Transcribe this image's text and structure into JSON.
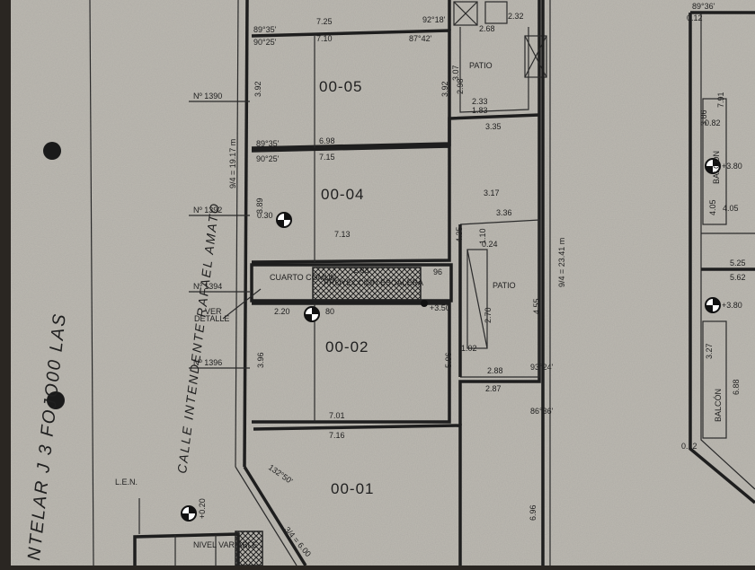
{
  "units": {
    "u05": "00-05",
    "u04": "00-04",
    "u02": "00-02",
    "u01": "00-01"
  },
  "patios": {
    "upper": "PATIO",
    "lower": "PATIO"
  },
  "street": {
    "name": "CALLE INTENDENTE RAFAEL AMATO"
  },
  "house_numbers": [
    "Nº 1390",
    "Nº 1392",
    "Nº 1394",
    "Nº 1396"
  ],
  "detail_note": [
    "VER",
    "DETALLE"
  ],
  "labels": {
    "balcon_top": "BALCON",
    "balcon_bottom": "BALCÓN",
    "proyeccion": "PROYECCION ESCALERA",
    "cuarto": "CUARTO COMUN",
    "nivel": "NIVEL VARIABLE"
  },
  "dimensions": {
    "d725": "7.25",
    "d710": "7.10",
    "d698": "6.98",
    "d715": "7.15",
    "d713": "7.13",
    "d701": "7.01",
    "d716": "7.16",
    "d392a": "3.92",
    "d392b": "3.92",
    "d389": "3.89",
    "d396": "3.96",
    "d506": "5.06",
    "d455": "4.55",
    "d696": "6.96",
    "d317": "3.17",
    "d336": "3.36",
    "d288": "2.88",
    "d287": "2.87",
    "d270": "2.70",
    "d220": "2.20",
    "d080": "80",
    "d096": "96",
    "d435": "4.35",
    "d335": "3.35",
    "d283": "2.83",
    "d102": "1.02",
    "d024": "0.24",
    "d110": "1.10",
    "d307": "3.07",
    "d298": "2.98",
    "d232": "2.32",
    "d268": "2.68",
    "d233": "2.33",
    "d183": "1.83",
    "d350": "+3.50",
    "d380a": "+3.80",
    "d380b": "+3.80",
    "d020": "+0.20",
    "d012a": "0.12",
    "d012b": "0.12",
    "d405a": "4.05",
    "d405b": "4.05",
    "d386": "3.86",
    "d791": "7.91",
    "d688": "6.88",
    "d327": "3.27",
    "d082": "0.82",
    "d030": "0.30",
    "d525": "5.25",
    "d562": "5.62"
  },
  "angles": {
    "a1": "89°35'",
    "a2": "90°25'",
    "a3": "87°42'",
    "a4": "92°18'",
    "a5": "89°35'",
    "a6": "90°25'",
    "a7": "86°36'",
    "a8": "93°24'",
    "a9": "132°50'",
    "a10": "89°36'"
  },
  "baselines": {
    "b1": "9/4 = 19.17 m",
    "b2": "9/4 = 23.41 m",
    "b3": "3/4 = 6.00"
  },
  "handwriting": "NTELAR J 3 FOJO00 LAS",
  "marks": {
    "l_e_n": "L.E.N."
  },
  "colors": {
    "paper": "#b9b6ae",
    "ink": "#1e1e1e",
    "background": "#2a2622"
  }
}
